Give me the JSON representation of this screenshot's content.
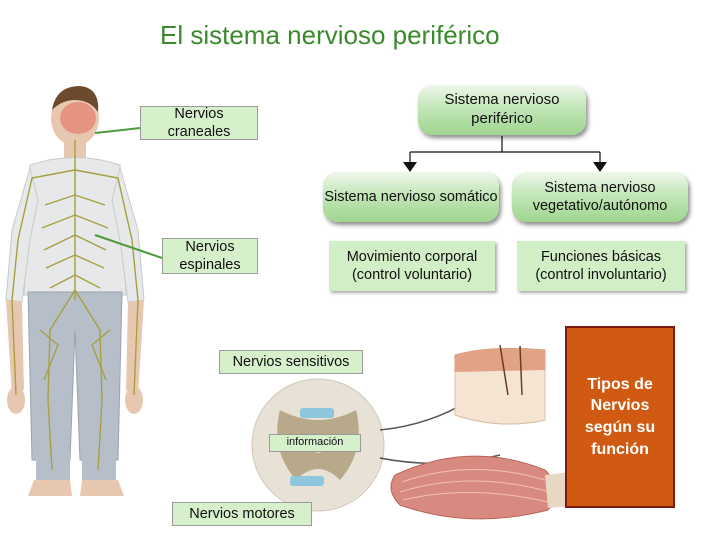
{
  "title": "El sistema nervioso periférico",
  "boxes": {
    "root": "Sistema nervioso periférico",
    "somatic": "Sistema nervioso somático",
    "autonomic": "Sistema nervioso vegetativo/autónomo",
    "movement": "Movimiento corporal (control voluntario)",
    "basic": "Funciones básicas (control involuntario)"
  },
  "labels": {
    "cranial": "Nervios craneales",
    "spinal": "Nervios espinales",
    "sensory": "Nervios sensitivos",
    "info": "información",
    "motor": "Nervios motores"
  },
  "note": "Tipos de Nervios según su función",
  "colors": {
    "title": "#3a8a2c",
    "box_green": "#c3e6b9",
    "note_fill": "#d05a12",
    "note_border": "#7a1a10",
    "nerve": "#a8a040"
  }
}
